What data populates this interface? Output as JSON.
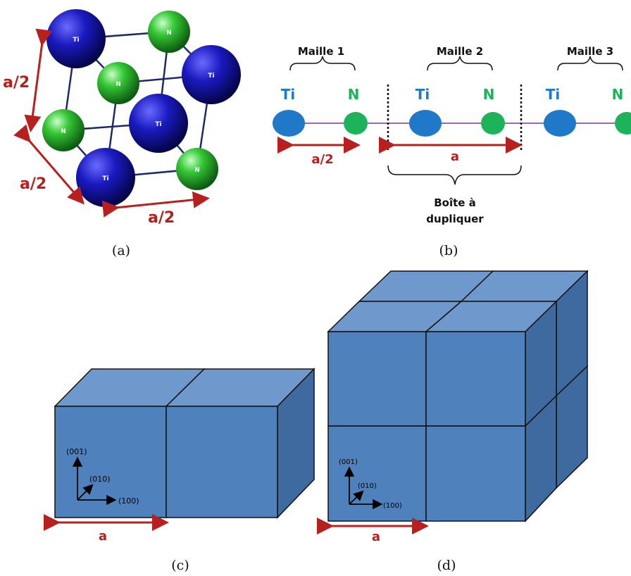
{
  "panel_a": {
    "atom_ti": "Ti",
    "atom_n": "N",
    "edge_label_1": "a/2",
    "edge_label_2": "a/2",
    "edge_label_3": "a/2",
    "caption": "(a)"
  },
  "panel_b": {
    "maille_1": "Maille 1",
    "maille_2": "Maille 2",
    "maille_3": "Maille 3",
    "ti": "Ti",
    "n": "N",
    "half_a": "a/2",
    "a": "a",
    "box_line1": "Boîte à",
    "box_line2": "dupliquer",
    "caption": "(b)"
  },
  "panel_c": {
    "axis_001": "(001)",
    "axis_010": "(010)",
    "axis_100": "(100)",
    "a": "a",
    "caption": "(c)"
  },
  "panel_d": {
    "axis_001": "(001)",
    "axis_010": "(010)",
    "axis_100": "(100)",
    "a": "a",
    "caption": "(d)"
  },
  "colors": {
    "ti": "#1a1aa8",
    "n": "#2fbf3a",
    "ti_1d": "#1f78c8",
    "n_1d": "#1db35a",
    "arrow": "#b8201f",
    "cube_front": "#4f81bd",
    "cube_top": "#6f99cc",
    "cube_side": "#3f6a9f"
  }
}
